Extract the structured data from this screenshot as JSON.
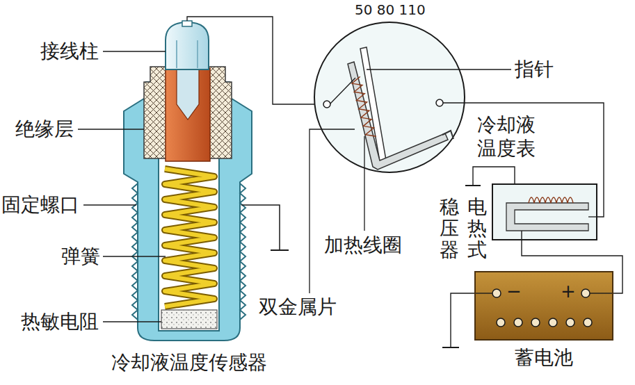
{
  "diagram": {
    "nodes": [
      {
        "text": [
          "−",
          "+",
          "蓄电池"
        ]
      }
    ],
    "labels": [
      "50 80 110",
      "接线柱",
      "绝缘层",
      "固定螺口",
      "弹簧",
      "热敏电阻",
      "冷却液温度传感器",
      "指针",
      "冷却液温度表",
      "加热线圈",
      "双金属片",
      "稳压器",
      "电热式"
    ]
  }
}
